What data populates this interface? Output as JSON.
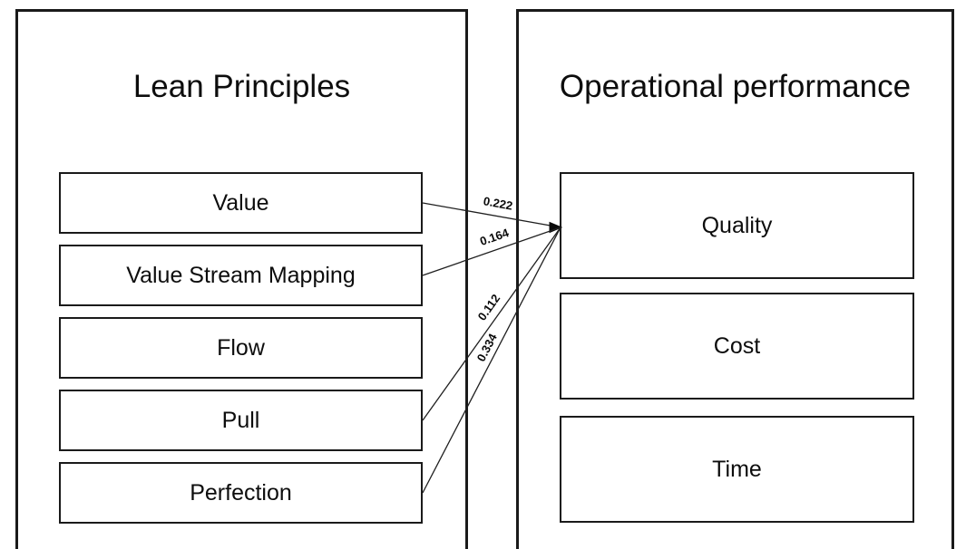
{
  "diagram": {
    "left_panel": {
      "title": "Lean Principles",
      "items": [
        "Value",
        "Value Stream Mapping",
        "Flow",
        "Pull",
        "Perfection"
      ]
    },
    "right_panel": {
      "title": "Operational performance",
      "items": [
        "Quality",
        "Cost",
        "Time"
      ]
    },
    "connections": [
      {
        "from": "Value",
        "to": "Quality",
        "from_index": 0,
        "to_index": 0,
        "coefficient": "0.222",
        "label_t": 0.53,
        "label_offset": 13
      },
      {
        "from": "Value Stream Mapping",
        "to": "Quality",
        "from_index": 1,
        "to_index": 0,
        "coefficient": "0.164",
        "label_t": 0.55,
        "label_offset": 13
      },
      {
        "from": "Pull",
        "to": "Quality",
        "from_index": 3,
        "to_index": 0,
        "coefficient": "0.112",
        "label_t": 0.55,
        "label_offset": 12
      },
      {
        "from": "Perfection",
        "to": "Quality",
        "from_index": 4,
        "to_index": 0,
        "coefficient": "0.334",
        "label_t": 0.53,
        "label_offset": 10
      }
    ],
    "colors": {
      "background": "#ffffff",
      "border": "#1a1a1a",
      "line": "#1f1f1f",
      "text": "#000000"
    }
  }
}
